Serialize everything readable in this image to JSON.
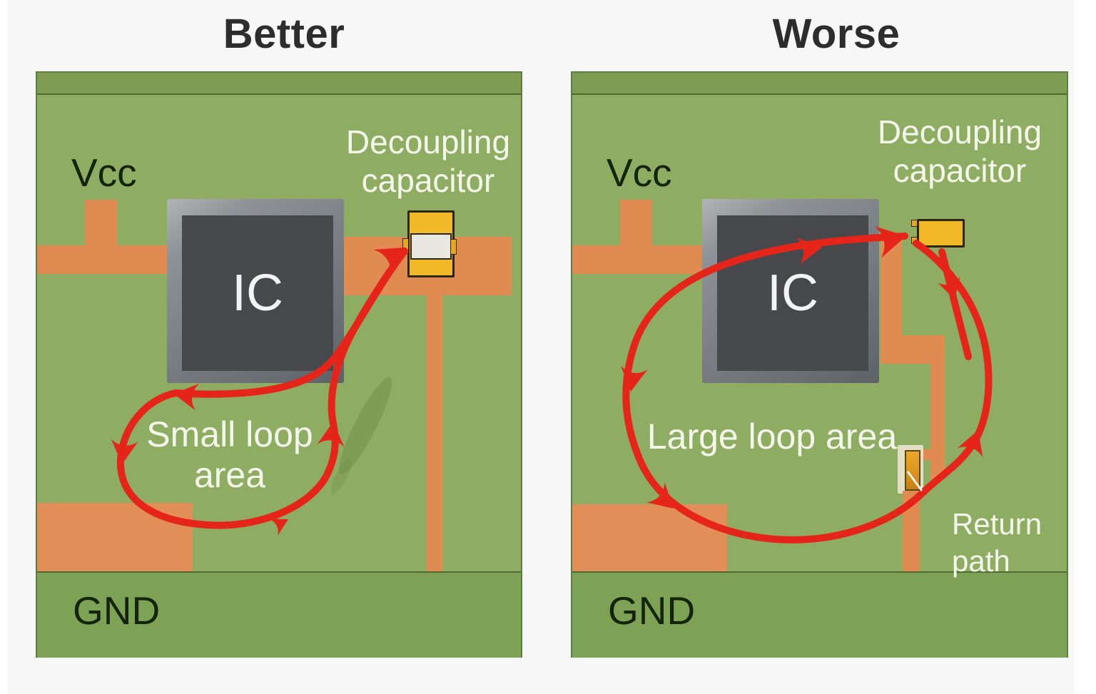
{
  "titles": {
    "left": "Better",
    "right": "Worse"
  },
  "left_panel": {
    "vcc": "Vcc",
    "gnd": "GND",
    "ic": "IC",
    "cap_line1": "Decoupling",
    "cap_line2": "capacitor",
    "loop_line1": "Small loop",
    "loop_line2": "area"
  },
  "right_panel": {
    "vcc": "Vcc",
    "gnd": "GND",
    "ic": "IC",
    "cap_line1": "Decoupling",
    "cap_line2": "capacitor",
    "loop_line1": "Large loop area",
    "return_line1": "Return",
    "return_line2": "path"
  },
  "colors": {
    "page_bg": "#f7f7f7",
    "strip_white": "#ffffff",
    "board_green": "#8ead62",
    "board_green_top": "#7e9d52",
    "board_green_gnd": "#7da155",
    "board_edge": "#5e7d40",
    "board_line": "#4c6a32",
    "copper": "#e08b52",
    "copper_block": "#e18e59",
    "ic_frame": "#787d82",
    "ic_body": "#46484c",
    "ic_text": "#f3f3f3",
    "cap_yellow": "#f1b828",
    "cap_pad": "#e9e7e2",
    "cap_tab": "#e8a81e",
    "cap_border": "#2c260f",
    "comp_amber": "#dc941f",
    "comp_pad": "#eae3cc",
    "red": "#e5251a",
    "title_text": "#2d2d2d",
    "dark_text": "#132407",
    "white_text": "#f5f9ec"
  }
}
